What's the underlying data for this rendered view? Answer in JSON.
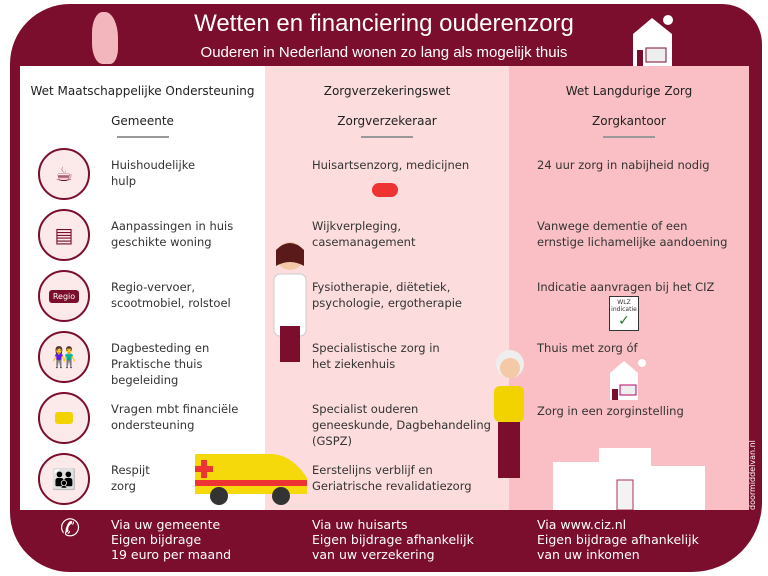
{
  "header": {
    "title": "Wetten en financiering ouderenzorg",
    "subtitle": "Ouderen in Nederland wonen zo lang als mogelijk thuis"
  },
  "columns": [
    {
      "law": "Wet Maatschappelijke Ondersteuning",
      "organization": "Gemeente",
      "items": [
        "Huishoudelijke hulp",
        "Aanpassingen in huis geschikte woning",
        "Regio-vervoer, scootmobiel, rolstoel",
        "Dagbesteding en Praktische thuis begeleiding",
        "Vragen mbt financiële ondersteuning",
        "Respijt zorg"
      ],
      "footer": [
        "Via uw gemeente",
        "Eigen bijdrage",
        "19 euro per maand"
      ]
    },
    {
      "law": "Zorgverzekeringswet",
      "organization": "Zorgverzekeraar",
      "items": [
        "Huisartsenzorg, medicijnen",
        "Wijkverpleging, casemanagement",
        "Fysiotherapie, diëtetiek, psychologie, ergotherapie",
        "Specialistische zorg in het ziekenhuis",
        "Specialist ouderen geneeskunde, Dagbehandeling (GSPZ)",
        "Eerstelijns verblijf en Geriatrische revalidatiezorg"
      ],
      "footer": [
        "Via uw huisarts",
        "Eigen bijdrage afhankelijk",
        "van uw verzekering"
      ]
    },
    {
      "law": "Wet Langdurige Zorg",
      "organization": "Zorgkantoor",
      "items": [
        "24 uur zorg in nabijheid nodig",
        "Vanwege dementie of een ernstige lichamelijke aandoening",
        "Indicatie aanvragen bij het CIZ",
        "Thuis met zorg óf",
        "Zorg in een zorginstelling"
      ],
      "footer": [
        "Via www.ciz.nl",
        "Eigen bijdrage afhankelijk",
        "van uw inkomen"
      ]
    }
  ],
  "badges": {
    "regio": "Regio",
    "wlz": "WLZ indicatie"
  },
  "watermark": "doormiddelvan.nl",
  "colors": {
    "brand": "#7a0e2c",
    "col1": "#ffffff",
    "col2": "#fcdcdc",
    "col3": "#f9bfc4"
  }
}
